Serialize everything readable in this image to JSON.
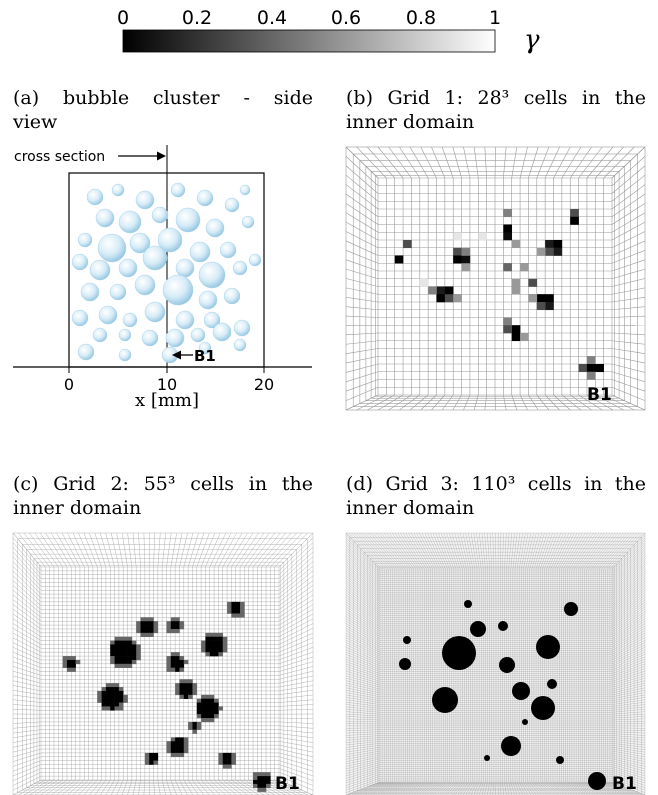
{
  "colorbar": {
    "ticks": [
      "0",
      "0.2",
      "0.4",
      "0.6",
      "0.8",
      "1"
    ],
    "symbol": "γ"
  },
  "panel_a": {
    "caption_line1": "(a)  bubble cluster - side",
    "caption_line2": "view",
    "cross_section_label": "cross section",
    "b1_label": "B1",
    "xticks": [
      "0",
      "10",
      "20"
    ],
    "xlabel": "x [mm]"
  },
  "panel_b": {
    "caption_line1": "(b)  Grid 1: 28³ cells in the",
    "caption_line2": "inner domain",
    "b1_label": "B1"
  },
  "panel_c": {
    "caption_line1": "(c)  Grid 2: 55³ cells in the",
    "caption_line2": "inner domain",
    "b1_label": "B1"
  },
  "panel_d": {
    "caption_line1": "(d)  Grid 3: 110³ cells in the",
    "caption_line2": "inner domain",
    "b1_label": "B1"
  }
}
